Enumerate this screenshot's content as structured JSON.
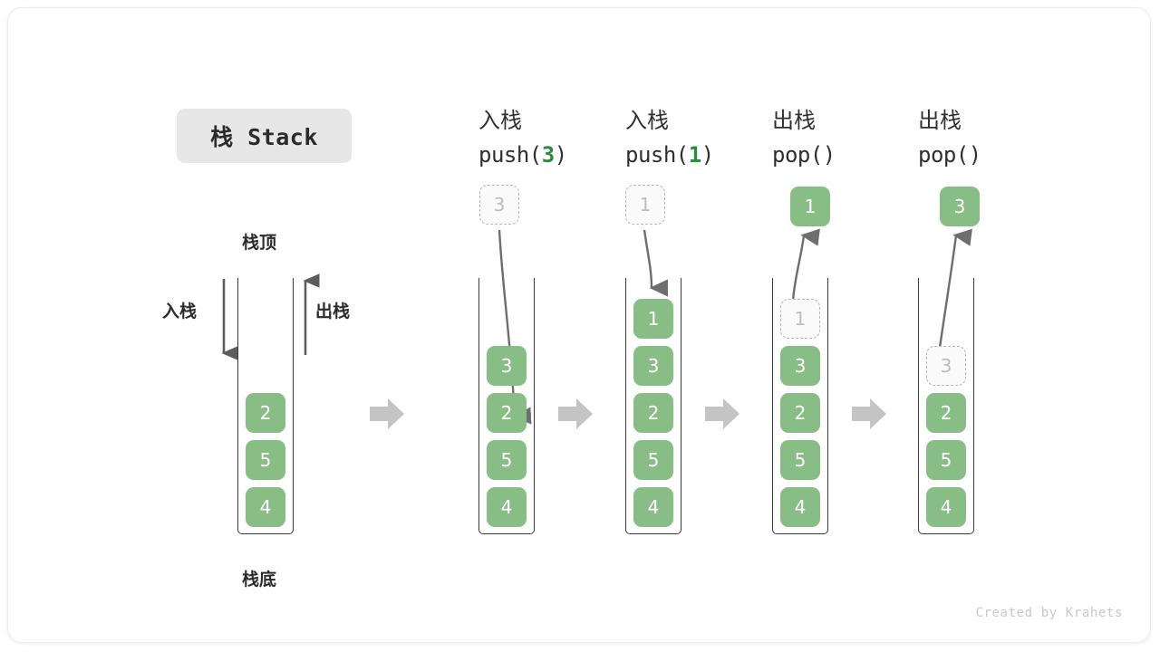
{
  "title_badge": {
    "label": "栈 Stack"
  },
  "legend": {
    "top_label": "栈顶",
    "bottom_label": "栈底",
    "push_label": "入栈",
    "pop_label": "出栈"
  },
  "colors": {
    "cell_fill": "#88bd85",
    "cell_text": "#ffffff",
    "ghost_fill": "#fafafa",
    "ghost_border": "#b8b8b8",
    "ghost_text": "#bdbdbd",
    "frame_stroke": "#3a3a3a",
    "arrow_gray": "#6e6e6e",
    "block_arrow": "#c4c4c4",
    "badge_bg": "#e7e7e7",
    "code_accent": "#2e8b3d",
    "watermark": "#c9c9c9"
  },
  "steps": [
    {
      "id": "initial",
      "op_cn": "",
      "op_code": "",
      "code_prefix": "",
      "code_arg": "",
      "code_suffix": "",
      "cells": [
        "2",
        "5",
        "4"
      ],
      "floating_cell": null,
      "ghost_in_stack": null
    },
    {
      "id": "push-3",
      "op_cn": "入栈",
      "code_prefix": "push(",
      "code_arg": "3",
      "code_suffix": ")",
      "cells": [
        "3",
        "2",
        "5",
        "4"
      ],
      "floating_cell": {
        "value": "3",
        "style": "ghost"
      },
      "ghost_in_stack": null
    },
    {
      "id": "push-1",
      "op_cn": "入栈",
      "code_prefix": "push(",
      "code_arg": "1",
      "code_suffix": ")",
      "cells": [
        "1",
        "3",
        "2",
        "5",
        "4"
      ],
      "floating_cell": {
        "value": "1",
        "style": "ghost"
      },
      "ghost_in_stack": null
    },
    {
      "id": "pop-1",
      "op_cn": "出栈",
      "code_prefix": "pop(",
      "code_arg": "",
      "code_suffix": ")",
      "cells": [
        "3",
        "2",
        "5",
        "4"
      ],
      "floating_cell": {
        "value": "1",
        "style": "solid"
      },
      "ghost_in_stack": {
        "value": "1",
        "slot": 0
      }
    },
    {
      "id": "pop-3",
      "op_cn": "出栈",
      "code_prefix": "pop(",
      "code_arg": "",
      "code_suffix": ")",
      "cells": [
        "2",
        "5",
        "4"
      ],
      "floating_cell": {
        "value": "3",
        "style": "solid"
      },
      "ghost_in_stack": {
        "value": "3",
        "slot": 1
      }
    }
  ],
  "watermark": "Created by Krahets"
}
